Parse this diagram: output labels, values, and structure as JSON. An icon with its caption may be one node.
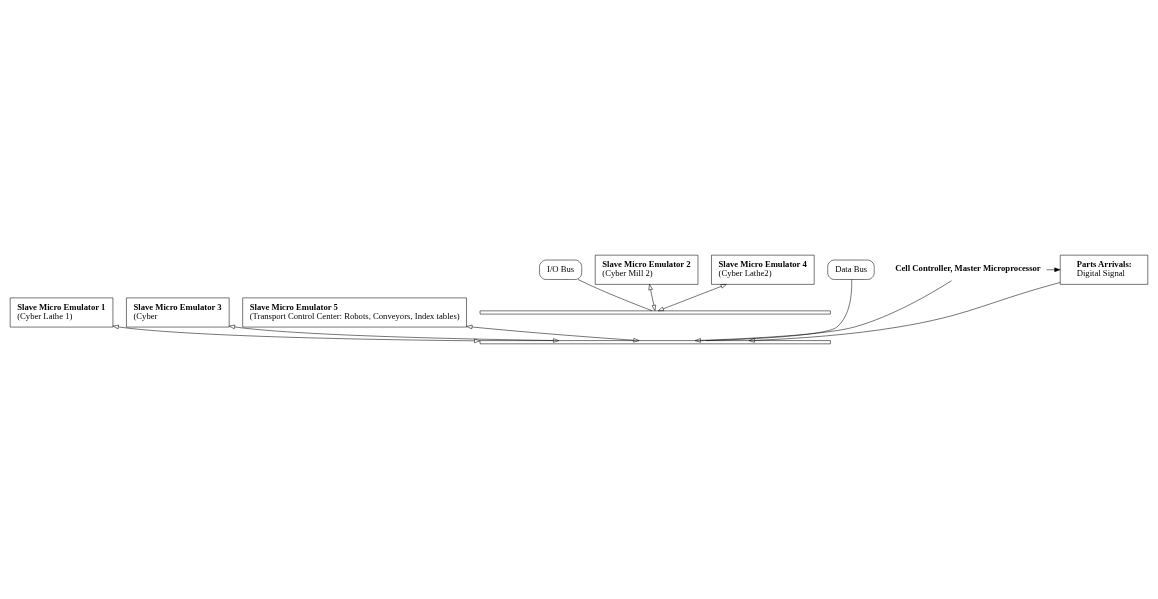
{
  "diagram": {
    "nodes": [
      {
        "text": [
          "Slave Micro Emulator 1",
          "(Cyber Lathe 1)"
        ]
      },
      {
        "text": [
          "Slave Micro Emulator 3",
          "(Cyber"
        ]
      },
      {
        "text": [
          "Slave Micro Emulator 5",
          "(Transport Control Center: Robots, Conveyors, Index tables)"
        ]
      },
      {
        "text": [
          "I/O Bus"
        ]
      },
      {
        "text": [],
        "shape": "bar"
      },
      {
        "text": [
          "Data Bus"
        ]
      },
      {
        "text": [],
        "shape": "bar"
      },
      {
        "text": [
          "Cell Controller, Master Microprocessor"
        ]
      },
      {
        "text": [
          "Parts Arrivals:",
          "Digital Signal"
        ]
      },
      {
        "text": [
          "Slave Micro Emulator 2",
          "(Cyber Mill 2)"
        ]
      },
      {
        "text": [
          "Slave Micro Emulator 4",
          "(Cyber Lathe2)"
        ]
      }
    ],
    "edges": [
      {
        "from": 0,
        "to": 6,
        "arrow": "both"
      },
      {
        "from": 1,
        "to": 6,
        "arrow": "both"
      },
      {
        "from": 2,
        "to": 6,
        "arrow": "both"
      },
      {
        "from": 3,
        "to": 4,
        "arrow": "none"
      },
      {
        "from": 5,
        "to": 6,
        "arrow": "none"
      },
      {
        "from": 7,
        "to": 6,
        "arrow": "to"
      },
      {
        "from": 8,
        "to": 6,
        "arrow": "to"
      },
      {
        "from": 9,
        "to": 4,
        "arrow": "both"
      },
      {
        "from": 10,
        "to": 4,
        "arrow": "both"
      },
      {
        "from": 7,
        "to": 8,
        "arrow": "to"
      }
    ]
  }
}
